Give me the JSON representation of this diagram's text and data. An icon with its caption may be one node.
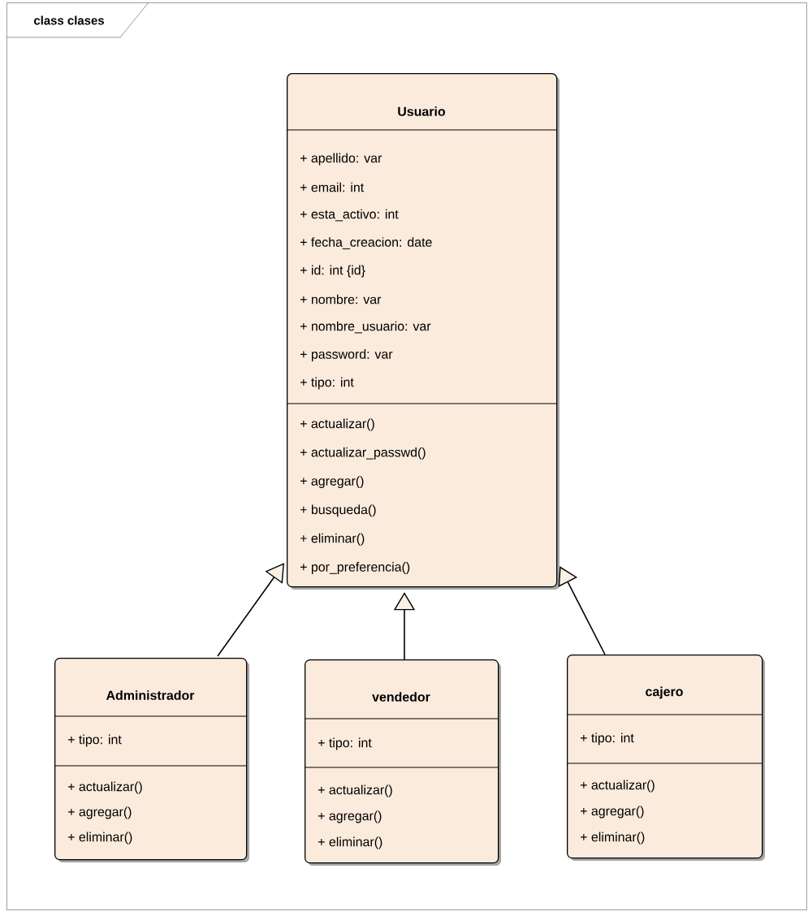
{
  "diagram": {
    "nodes": [
      {
        "text": [
          "class clases"
        ]
      },
      {
        "text": [
          "Usuario",
          "+ apellido: var",
          "+ email: int",
          "+ esta_activo: int",
          "+ fecha_creacion: date",
          "+ id: int {id}",
          "+ nombre: var",
          "+ nombre_usuario: var",
          "+ password: var",
          "+ tipo: int",
          "+ actualizar()",
          "+ actualizar_passwd()",
          "+ agregar()",
          "+ busqueda()",
          "+ eliminar()",
          "+ por_preferencia()"
        ],
        "in": 0
      },
      {
        "text": [
          "Administrador",
          "+ tipo: int",
          "+ actualizar()",
          "+ agregar()",
          "+ eliminar()"
        ],
        "in": 0
      },
      {
        "text": [
          "vendedor",
          "+ tipo: int",
          "+ actualizar()",
          "+ agregar()",
          "+ eliminar()"
        ],
        "in": 0
      },
      {
        "text": [
          "cajero",
          "+ tipo: int",
          "+ actualizar()",
          "+ agregar()",
          "+ eliminar()"
        ],
        "in": 0
      }
    ],
    "edges": [
      {
        "from": 2,
        "to": 1,
        "arrow": "to"
      },
      {
        "from": 3,
        "to": 1,
        "arrow": "to"
      },
      {
        "from": 4,
        "to": 1,
        "arrow": "to"
      }
    ]
  }
}
